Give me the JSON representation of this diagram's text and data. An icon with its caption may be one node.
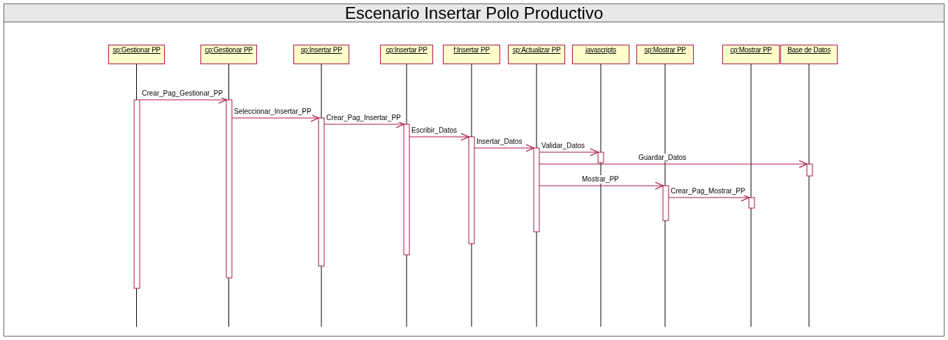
{
  "diagram": {
    "title": "Escenario Insertar Polo Productivo",
    "nodes": [
      {
        "text": [
          "sp:Gestionar PP"
        ]
      },
      {
        "text": [
          "cp:Gestionar PP"
        ]
      },
      {
        "text": [
          "sp:Insertar PP"
        ]
      },
      {
        "text": [
          "cp:Insertar PP"
        ]
      },
      {
        "text": [
          "f:Insertar PP"
        ]
      },
      {
        "text": [
          "sp:Actualizar PP"
        ]
      },
      {
        "text": [
          "javascripts"
        ]
      },
      {
        "text": [
          "sp:Mostrar PP"
        ]
      },
      {
        "text": [
          "cp:Mostrar PP"
        ]
      },
      {
        "text": [
          "Base de Datos"
        ]
      },
      {
        "text": [],
        "shape": "bar"
      },
      {
        "text": [],
        "shape": "bar"
      },
      {
        "text": [],
        "shape": "bar"
      },
      {
        "text": [],
        "shape": "bar"
      },
      {
        "text": [],
        "shape": "bar"
      },
      {
        "text": [],
        "shape": "bar"
      },
      {
        "text": [],
        "shape": "bar"
      },
      {
        "text": [],
        "shape": "bar"
      },
      {
        "text": [],
        "shape": "bar"
      },
      {
        "text": [],
        "shape": "bar"
      }
    ],
    "edges": [
      {
        "from": 10,
        "to": 11,
        "arrow": "to",
        "label": "Crear_Pag_Gestionar_PP"
      },
      {
        "from": 11,
        "to": 12,
        "arrow": "to",
        "label": "Seleccionar_Insertar_PP"
      },
      {
        "from": 12,
        "to": 13,
        "arrow": "to",
        "label": "Crear_Pag_Insertar_PP"
      },
      {
        "from": 13,
        "to": 14,
        "arrow": "to",
        "label": "Escribir_Datos"
      },
      {
        "from": 14,
        "to": 15,
        "arrow": "to",
        "label": "Insertar_Datos"
      },
      {
        "from": 15,
        "to": 16,
        "arrow": "to",
        "label": "Validar_Datos"
      },
      {
        "from": 15,
        "to": 19,
        "arrow": "to",
        "label": "Guardar_Datos"
      },
      {
        "from": 15,
        "to": 17,
        "arrow": "to",
        "label": "Mostrar_PP"
      },
      {
        "from": 17,
        "to": 18,
        "arrow": "to",
        "label": "Crear_Pag_Mostrar_PP"
      }
    ]
  }
}
